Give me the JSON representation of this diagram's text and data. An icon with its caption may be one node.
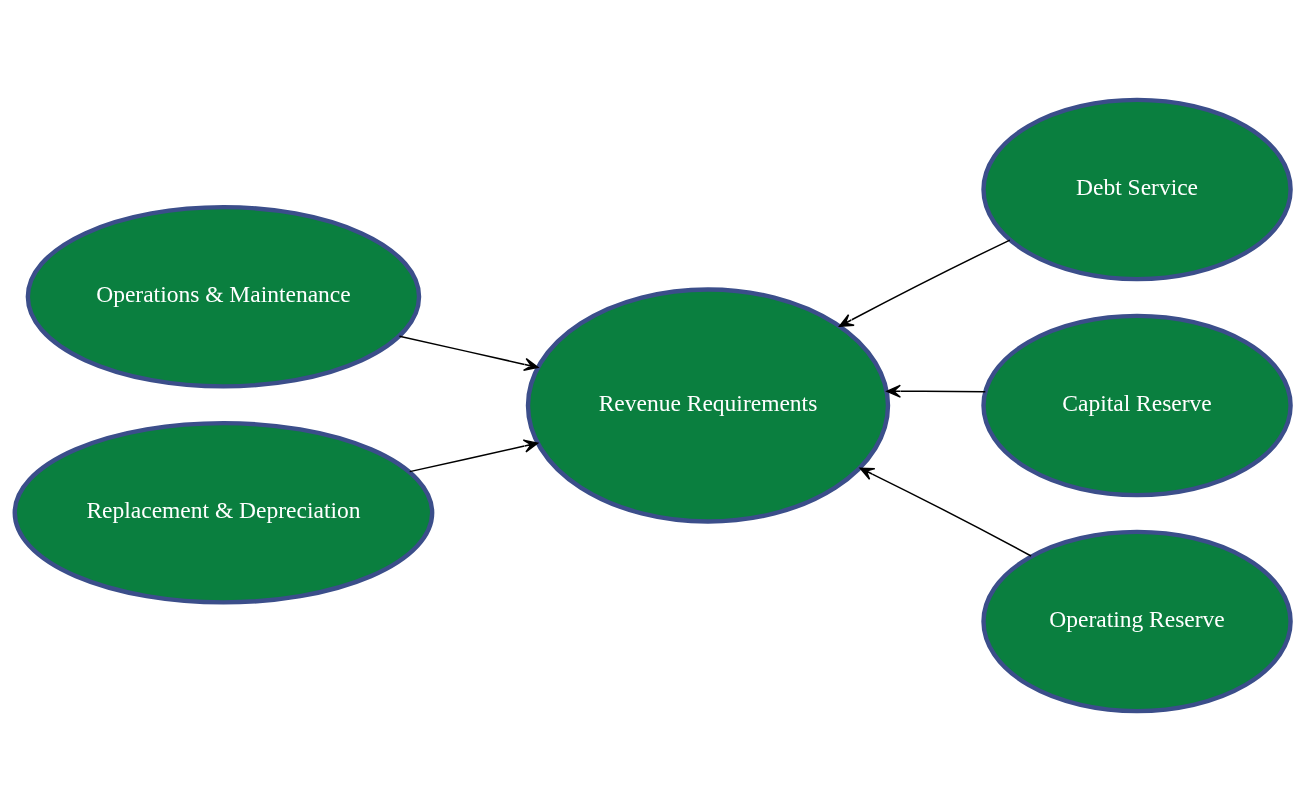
{
  "diagram": {
    "nodes": [
      {
        "text": [
          "Operations & Maintenance"
        ]
      },
      {
        "text": [
          "Debt Service"
        ]
      },
      {
        "text": [
          "Revenue Requirements"
        ]
      },
      {
        "text": [
          "Capital Reserve"
        ]
      },
      {
        "text": [
          "Replacement & Depreciation"
        ]
      },
      {
        "text": [
          "Operating Reserve"
        ]
      }
    ],
    "edges": [
      {
        "from": 0,
        "to": 2,
        "arrow": "to"
      },
      {
        "from": 1,
        "to": 2,
        "arrow": "to"
      },
      {
        "from": 3,
        "to": 2,
        "arrow": "to"
      },
      {
        "from": 4,
        "to": 2,
        "arrow": "to"
      },
      {
        "from": 5,
        "to": 2,
        "arrow": "to"
      }
    ]
  }
}
